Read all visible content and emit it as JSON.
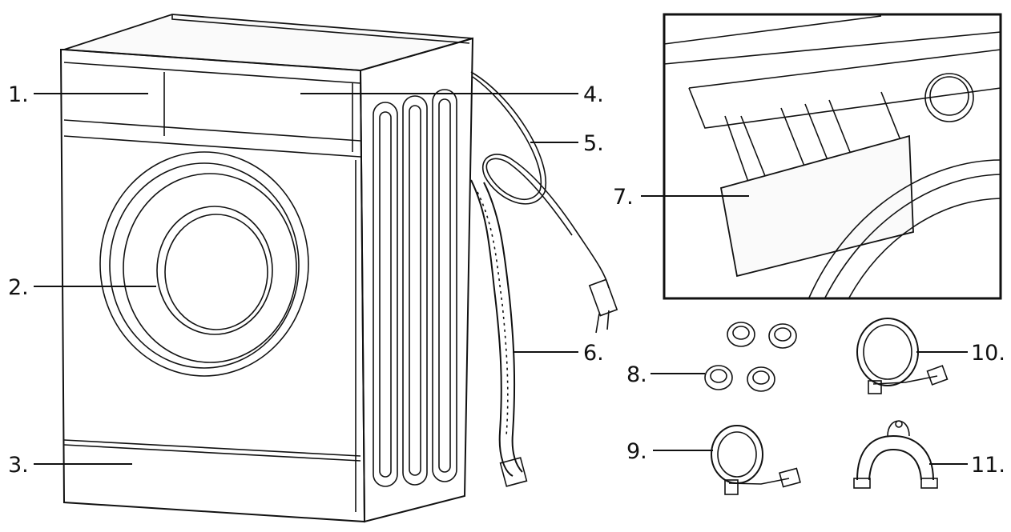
{
  "callouts": {
    "c1": "1.",
    "c2": "2.",
    "c3": "3.",
    "c4": "4.",
    "c5": "5.",
    "c6": "6.",
    "c7": "7.",
    "c8": "8.",
    "c9": "9.",
    "c10": "10.",
    "c11": "11."
  }
}
